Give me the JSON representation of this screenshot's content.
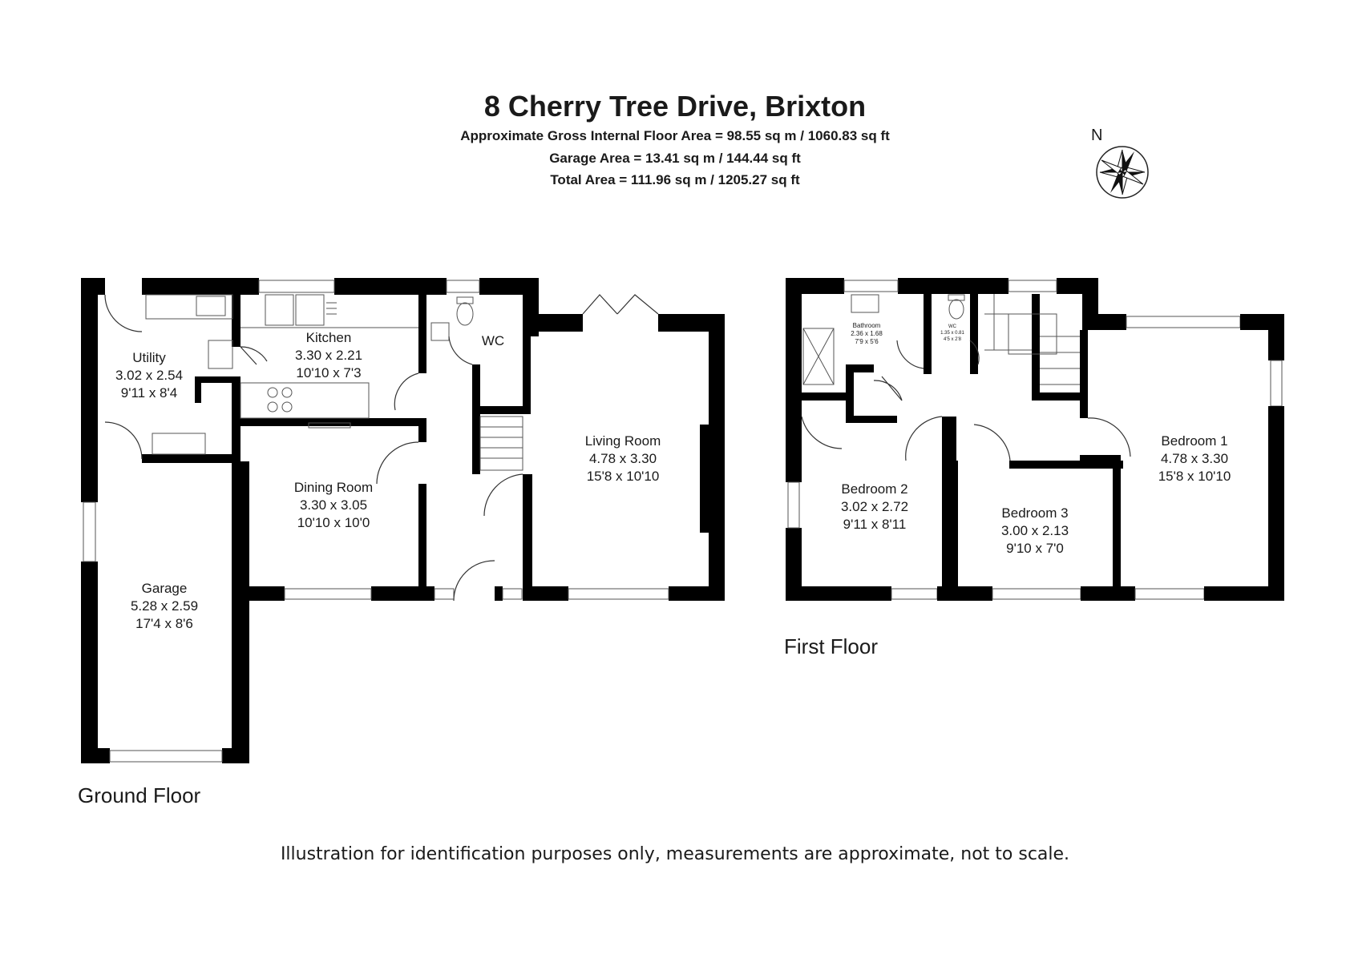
{
  "header": {
    "title": "8 Cherry Tree Drive, Brixton",
    "gross_area": "Approximate Gross Internal Floor Area = 98.55 sq m / 1060.83 sq ft",
    "garage_area": "Garage Area = 13.41 sq m / 144.44 sq ft",
    "total_area": "Total Area = 111.96 sq m / 1205.27 sq ft"
  },
  "compass": {
    "label": "N",
    "icon": "compass-rose-icon"
  },
  "ground_floor": {
    "name": "Ground Floor",
    "rooms": [
      {
        "name": "Utility",
        "metric": "3.02 x 2.54",
        "imperial": "9'11 x 8'4"
      },
      {
        "name": "Kitchen",
        "metric": "3.30 x 2.21",
        "imperial": "10'10 x 7'3"
      },
      {
        "name": "WC"
      },
      {
        "name": "Living Room",
        "metric": "4.78 x 3.30",
        "imperial": "15'8 x 10'10"
      },
      {
        "name": "Dining Room",
        "metric": "3.30 x 3.05",
        "imperial": "10'10 x 10'0"
      },
      {
        "name": "Garage",
        "metric": "5.28 x 2.59",
        "imperial": "17'4 x 8'6"
      }
    ]
  },
  "first_floor": {
    "name": "First Floor",
    "rooms": [
      {
        "name": "Bathroom",
        "metric": "2.36 x 1.68",
        "imperial": "7'9 x 5'6"
      },
      {
        "name": "WC",
        "metric": "1.35 x 0.81",
        "imperial": "4'5 x 2'8"
      },
      {
        "name": "Bedroom 1",
        "metric": "4.78 x 3.30",
        "imperial": "15'8 x 10'10"
      },
      {
        "name": "Bedroom 2",
        "metric": "3.02 x 2.72",
        "imperial": "9'11 x 8'11"
      },
      {
        "name": "Bedroom 3",
        "metric": "3.00 x 2.13",
        "imperial": "9'10 x 7'0"
      }
    ]
  },
  "disclaimer": "Illustration for identification purposes only, measurements are approximate, not to scale."
}
